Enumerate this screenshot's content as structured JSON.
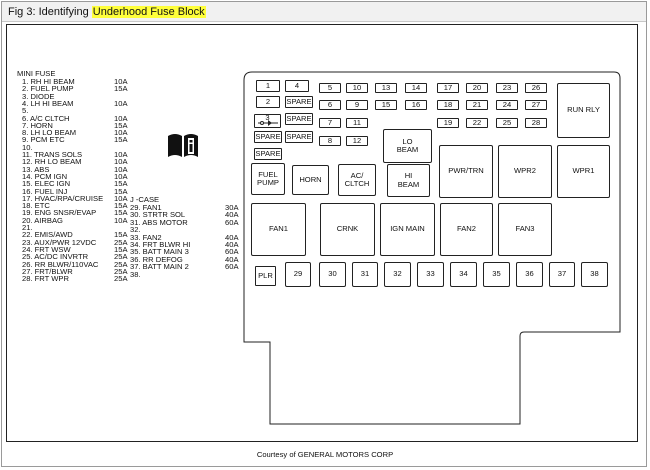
{
  "figure": {
    "title_prefix": "Fig 3: Identifying ",
    "title_highlight": "Underhood Fuse Block",
    "courtesy": "Courtesy of GENERAL MOTORS CORP"
  },
  "legend": {
    "mini_header": "MINI FUSE",
    "mini_fuses": [
      {
        "text": "1. RH HI BEAM",
        "amp": "10A"
      },
      {
        "text": "2. FUEL PUMP",
        "amp": "15A"
      },
      {
        "text": "3. DIODE",
        "amp": ""
      },
      {
        "text": "4. LH HI BEAM",
        "amp": "10A"
      },
      {
        "text": "5.",
        "amp": ""
      },
      {
        "text": "6. A/C CLTCH",
        "amp": "10A"
      },
      {
        "text": "7. HORN",
        "amp": "15A"
      },
      {
        "text": "8. LH LO BEAM",
        "amp": "10A"
      },
      {
        "text": "9. PCM ETC",
        "amp": "15A"
      },
      {
        "text": "10.",
        "amp": ""
      },
      {
        "text": "11. TRANS SOLS",
        "amp": "10A"
      },
      {
        "text": "12. RH LO BEAM",
        "amp": "10A"
      },
      {
        "text": "13. ABS",
        "amp": "10A"
      },
      {
        "text": "14. PCM IGN",
        "amp": "10A"
      },
      {
        "text": "15. ELEC IGN",
        "amp": "15A"
      },
      {
        "text": "16. FUEL INJ",
        "amp": "15A"
      },
      {
        "text": "17. HVAC/RPA/CRUISE",
        "amp": "10A"
      },
      {
        "text": "18. ETC",
        "amp": "15A"
      },
      {
        "text": "19. ENG SNSR/EVAP",
        "amp": "15A"
      },
      {
        "text": "20. AIRBAG",
        "amp": "10A"
      },
      {
        "text": "21.",
        "amp": ""
      },
      {
        "text": "22. EMIS/AWD",
        "amp": "15A"
      },
      {
        "text": "23. AUX/PWR 12VDC",
        "amp": "25A"
      },
      {
        "text": "24. FRT WSW",
        "amp": "15A"
      },
      {
        "text": "25. AC/DC INVRTR",
        "amp": "25A"
      },
      {
        "text": "26. RR BLWR/110VAC",
        "amp": "25A"
      },
      {
        "text": "27. FRT/BLWR",
        "amp": "25A"
      },
      {
        "text": "28. FRT WPR",
        "amp": "25A"
      }
    ],
    "jcase_header": "J -CASE",
    "jcase_fuses": [
      {
        "text": "29. FAN1",
        "amp": "30A"
      },
      {
        "text": "30. STRTR SOL",
        "amp": "40A"
      },
      {
        "text": "31. ABS MOTOR",
        "amp": "60A"
      },
      {
        "text": "32.",
        "amp": ""
      },
      {
        "text": "33. FAN2",
        "amp": "40A"
      },
      {
        "text": "34. FRT BLWR HI",
        "amp": "40A"
      },
      {
        "text": "35. BATT MAIN 3",
        "amp": "60A"
      },
      {
        "text": "36. RR DEFOG",
        "amp": "40A"
      },
      {
        "text": "37. BATT MAIN 2",
        "amp": "60A"
      },
      {
        "text": "38.",
        "amp": ""
      }
    ]
  },
  "boxes": {
    "f1": "1",
    "f4": "4",
    "f2": "2",
    "spare1": "SPARE",
    "f3": "3",
    "spare2": "SPARE",
    "spare3": "SPARE",
    "spare4": "SPARE",
    "spare5": "SPARE",
    "f5": "5",
    "f10": "10",
    "f13": "13",
    "f14": "14",
    "f17": "17",
    "f20": "20",
    "f23": "23",
    "f26": "26",
    "f6": "6",
    "f9": "9",
    "f15": "15",
    "f16": "16",
    "f18": "18",
    "f21": "21",
    "f24": "24",
    "f27": "27",
    "f7": "7",
    "f11": "11",
    "f19": "19",
    "f22": "22",
    "f25": "25",
    "f28": "28",
    "f8": "8",
    "f12": "12",
    "run_rly": "RUN RLY",
    "lo_beam_1": "LO",
    "lo_beam_2": "BEAM",
    "fuel_pump_1": "FUEL",
    "fuel_pump_2": "PUMP",
    "horn": "HORN",
    "ac_clutch_1": "AC/",
    "ac_clutch_2": "CLTCH",
    "hi_beam_1": "HI",
    "hi_beam_2": "BEAM",
    "pwr_trn": "PWR/TRN",
    "wpr2": "WPR2",
    "wpr1": "WPR1",
    "fan1": "FAN1",
    "crnk": "CRNK",
    "ign_main": "IGN MAIN",
    "fan2": "FAN2",
    "fan3": "FAN3",
    "plr": "PLR",
    "f29": "29",
    "f30": "30",
    "f31": "31",
    "f32": "32",
    "f33": "33",
    "f34": "34",
    "f35": "35",
    "f36": "36",
    "f37": "37",
    "f38": "38"
  }
}
